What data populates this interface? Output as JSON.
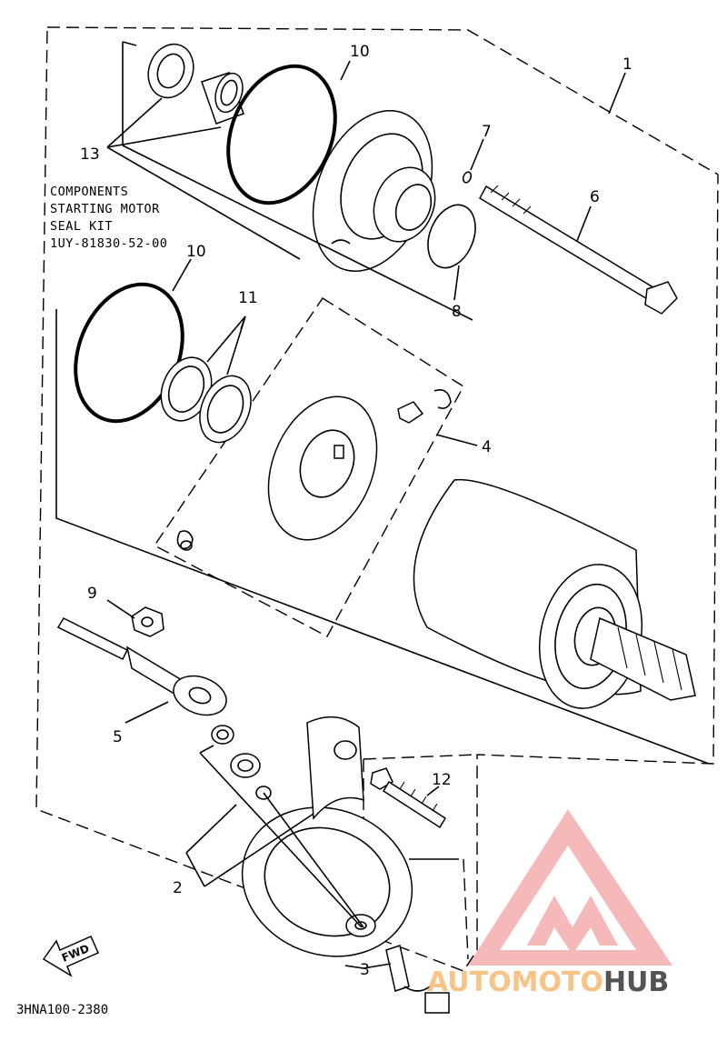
{
  "kit_note": {
    "line1": "COMPONENTS",
    "line2": "STARTING MOTOR",
    "line3": "SEAL KIT",
    "line4": "1UY-81830-52-00"
  },
  "callouts": {
    "c1": "1",
    "c2": "2",
    "c3": "3",
    "c4": "4",
    "c5": "5",
    "c6": "6",
    "c7": "7",
    "c8": "8",
    "c9": "9",
    "c10a": "10",
    "c10b": "10",
    "c11": "11",
    "c12": "12",
    "c13": "13"
  },
  "fwd_label": "FWD",
  "diagram_code": "3HNA100-2380",
  "watermark": {
    "part1": "AUTOMOTO",
    "part2": "HUB",
    "color_primary": "#f08080",
    "color_secondary": "#f5b060",
    "color_dark": "#1a1a1a"
  }
}
